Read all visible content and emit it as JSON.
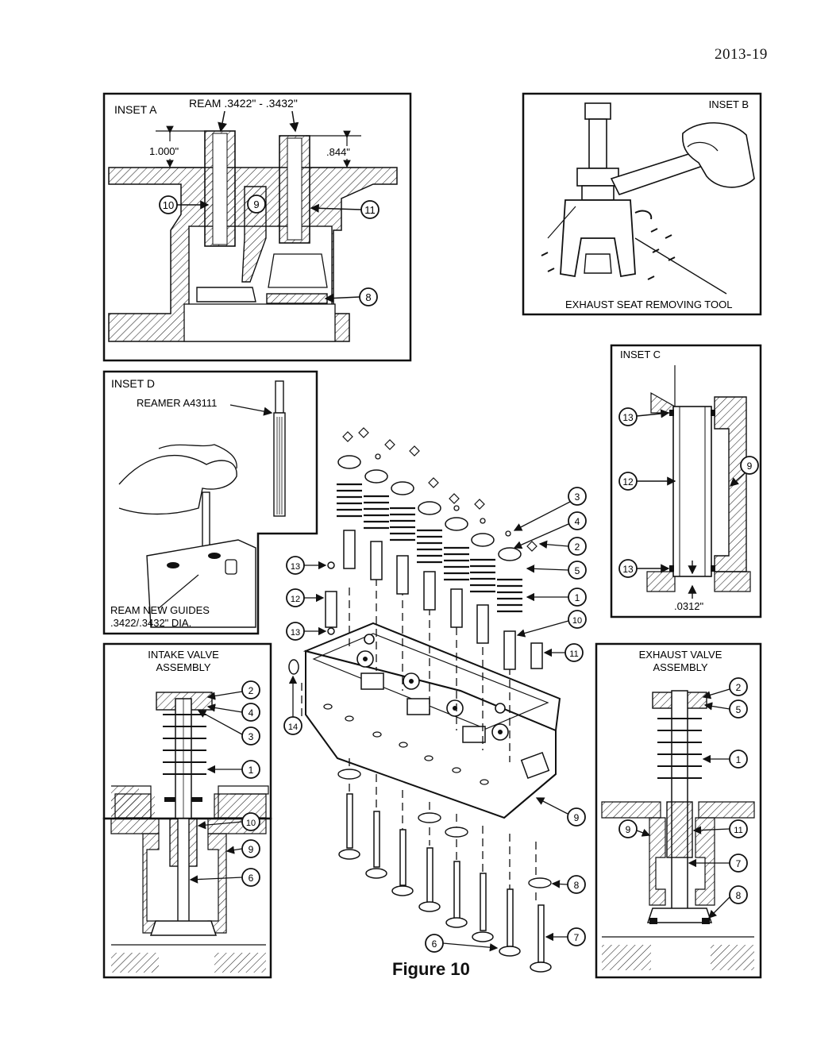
{
  "page_number": "2013-19",
  "figure_caption": "Figure 10",
  "inset_a": {
    "title": "INSET A",
    "ream_label": "REAM .3422\" - .3432\"",
    "dim_left": "1.000\"",
    "dim_right": ".844\"",
    "callouts": [
      "10",
      "9",
      "11",
      "8"
    ]
  },
  "inset_b": {
    "title": "INSET B",
    "tool_label": "EXHAUST SEAT REMOVING TOOL"
  },
  "inset_c": {
    "title": "INSET C",
    "dim": ".0312\"",
    "callouts": [
      "13",
      "12",
      "9",
      "13"
    ]
  },
  "inset_d": {
    "title": "INSET D",
    "reamer_label": "REAMER A43111",
    "note_line1": "REAM NEW GUIDES",
    "note_line2": ".3422/.3432\" DIA."
  },
  "intake": {
    "title_line1": "INTAKE VALVE",
    "title_line2": "ASSEMBLY",
    "callouts": [
      "2",
      "4",
      "3",
      "1",
      "10",
      "9",
      "6"
    ]
  },
  "exhaust": {
    "title_line1": "EXHAUST VALVE",
    "title_line2": "ASSEMBLY",
    "callouts": [
      "2",
      "5",
      "1",
      "9",
      "11",
      "7",
      "8"
    ]
  },
  "exploded": {
    "callouts_right": [
      "3",
      "4",
      "2",
      "5",
      "1",
      "10",
      "11",
      "9",
      "8",
      "7"
    ],
    "callouts_left": [
      "13",
      "12",
      "13",
      "14",
      "6"
    ]
  }
}
